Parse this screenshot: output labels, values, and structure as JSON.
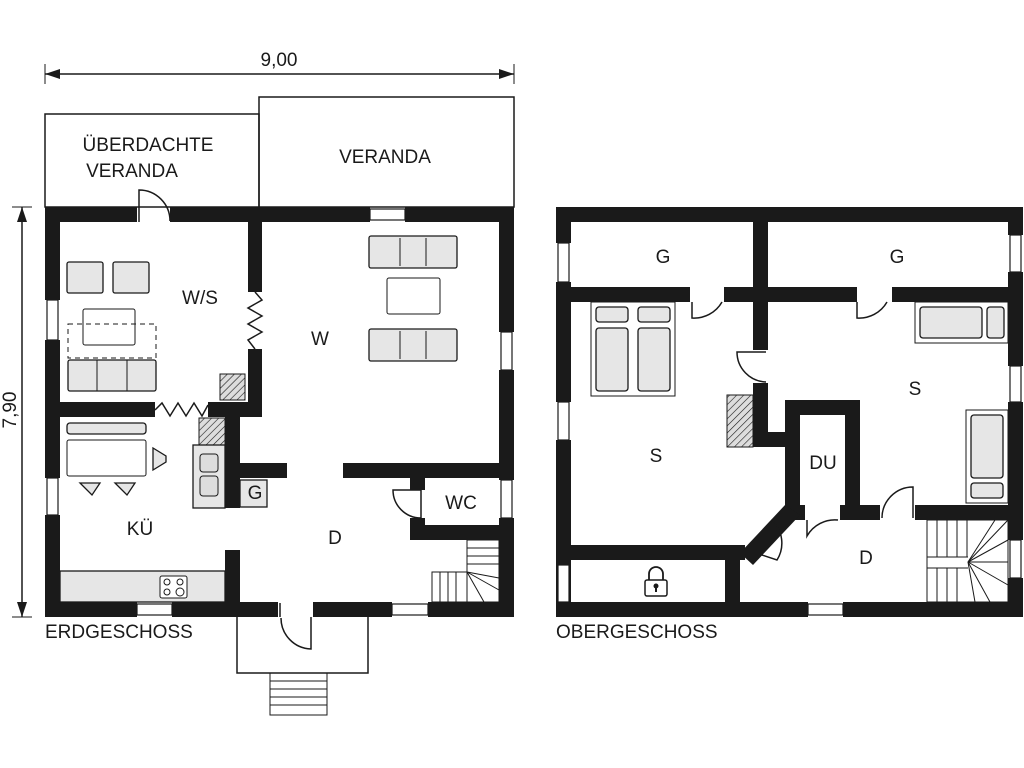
{
  "dimensions": {
    "width_label": "9,00",
    "depth_label": "7,90"
  },
  "ground_floor": {
    "title": "ERDGESCHOSS",
    "rooms": {
      "covered_veranda_line1": "ÜBERDACHTE",
      "covered_veranda_line2": "VERANDA",
      "veranda": "VERANDA",
      "living_sleeping": "W/S",
      "living": "W",
      "kitchen": "KÜ",
      "hall": "D",
      "wc": "WC",
      "g_appliance": "G"
    }
  },
  "upper_floor": {
    "title": "OBERGESCHOSS",
    "rooms": {
      "g_left": "G",
      "g_right": "G",
      "bedroom_left": "S",
      "bedroom_right": "S",
      "shower": "DU",
      "hall": "D"
    },
    "icons": {
      "storage": "lock-icon"
    }
  }
}
